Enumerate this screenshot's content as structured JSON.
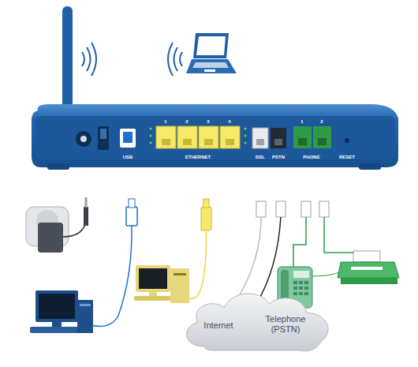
{
  "diagram": {
    "nodes": [
      {
        "text": [
          "Internet",
          "Telephone (PSTN)"
        ]
      }
    ],
    "labels": [
      "USB",
      "1",
      "2",
      "3",
      "4",
      "ETHERNET",
      "DSL",
      "PSTN",
      "1",
      "2",
      "PHONE",
      "RESET"
    ]
  }
}
